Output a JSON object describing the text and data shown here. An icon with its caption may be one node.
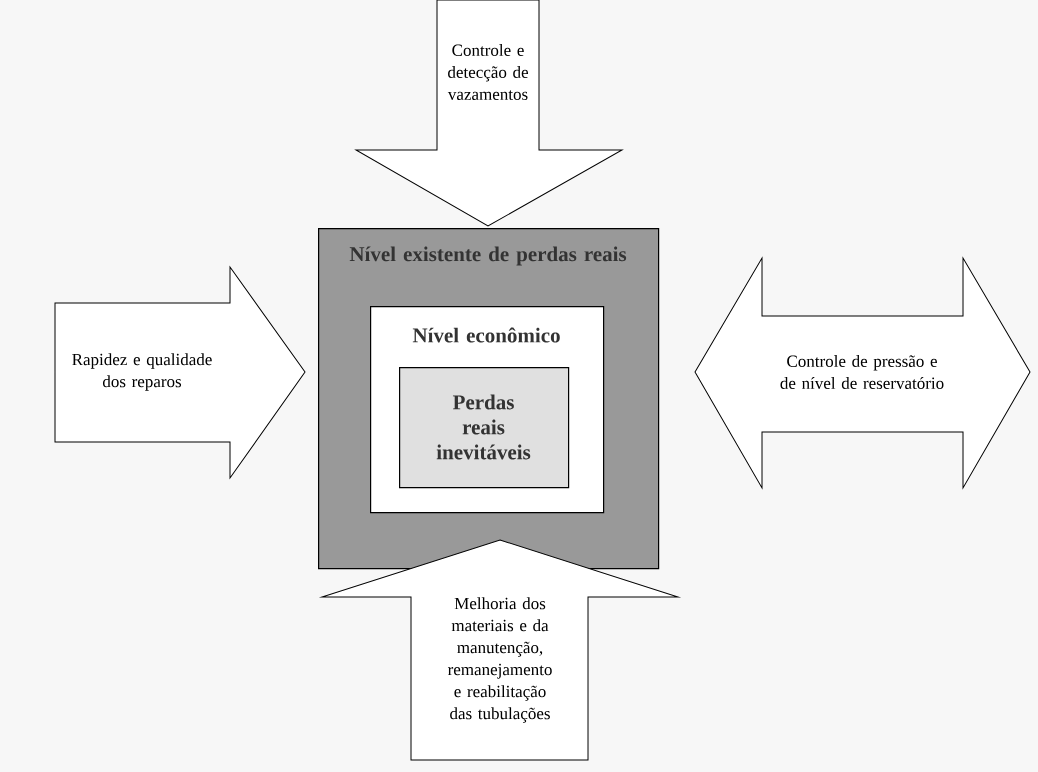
{
  "diagram": {
    "nodes": [
      {
        "text": [
          "Nível existente de perdas reais"
        ]
      },
      {
        "text": [
          "Nível econômico"
        ],
        "in": 0
      },
      {
        "text": [
          "Perdas reais inevitáveis"
        ],
        "in": 1
      },
      {
        "text": [
          "Controle e detecção de vazamentos"
        ]
      },
      {
        "text": [
          "Rapidez e qualidade dos reparos"
        ]
      },
      {
        "text": [
          "Controle de pressão e de nível de reservatório"
        ]
      },
      {
        "text": [
          "Melhoria dos materiais e da manutenção, remanejamento e reabilitação das tubulações"
        ]
      }
    ]
  }
}
